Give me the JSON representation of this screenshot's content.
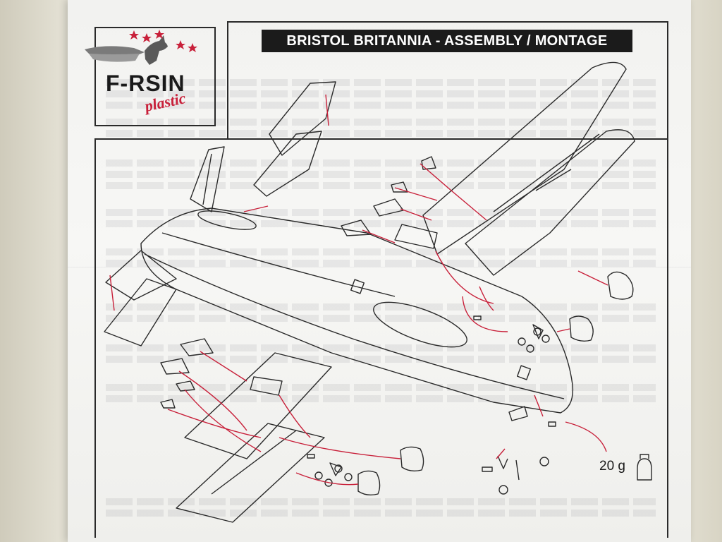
{
  "logo": {
    "brand": "F-RSIN",
    "subtitle": "plastic"
  },
  "header": {
    "title": "BRISTOL BRITANNIA - ASSEMBLY / MONTAGE"
  },
  "annotations": {
    "weight": "20 g"
  },
  "colors": {
    "title_bar": "#1b1b1b",
    "guide_lines": "#c8203a",
    "line_art": "#2a2a2a"
  }
}
